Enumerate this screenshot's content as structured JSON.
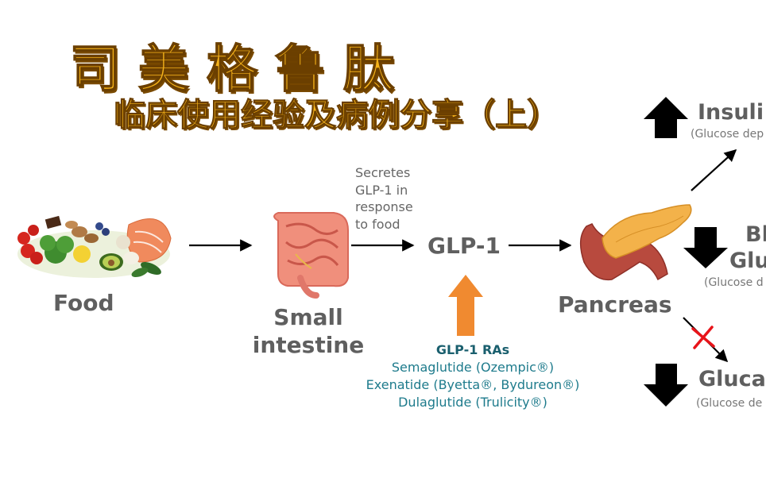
{
  "title": {
    "main": "司美格鲁肽",
    "subtitle": "临床使用经验及病例分享（上）"
  },
  "flow": {
    "food": "Food",
    "small_intestine_line1": "Small",
    "small_intestine_line2": "intestine",
    "secretes_note": [
      "Secretes",
      "GLP-1 in",
      "response",
      "to food"
    ],
    "glp1": "GLP-1",
    "pancreas": "Pancreas"
  },
  "drugs": {
    "heading": "GLP-1 RAs",
    "items": [
      "Semaglutide (Ozempic®)",
      "Exenatide (Byetta®, Bydureon®)",
      "Dulaglutide (Trulicity®)"
    ]
  },
  "outcomes": {
    "insulin_label": "Insuli",
    "insulin_note": "(Glucose dep",
    "blood_glucose_line1": "Bl",
    "blood_glucose_line2": "Glu",
    "blood_glucose_note": "(Glucose d",
    "glucagon_label": "Gluca",
    "glucagon_note": "(Glucose de"
  },
  "colors": {
    "title": "#F5B21A",
    "label_gray": "#5f5f5f",
    "drug_teal": "#1e7b8c",
    "glp1_arrow": "#F08A30",
    "block_arrow": "#000000",
    "cross_red": "#E8141A"
  }
}
